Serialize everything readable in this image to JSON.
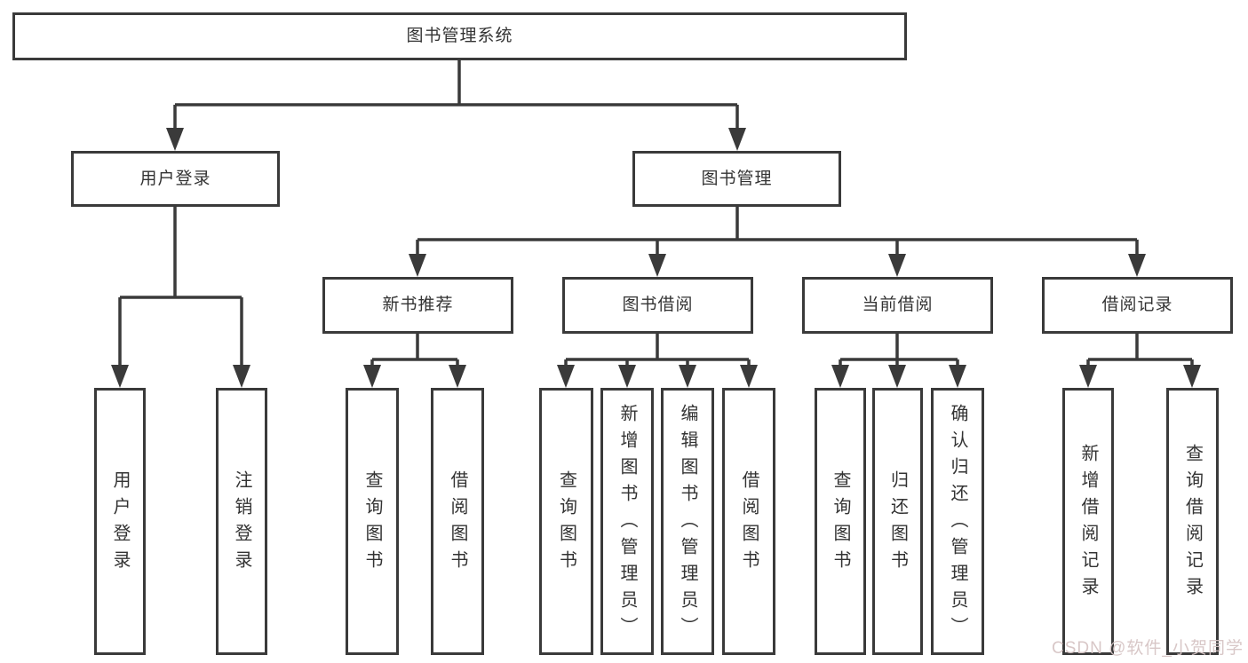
{
  "tree": {
    "root": "图书管理系统",
    "branches": [
      {
        "label": "用户登录",
        "children": [
          "用户登录",
          "注销登录"
        ]
      },
      {
        "label": "图书管理",
        "groups": [
          {
            "label": "新书推荐",
            "children": [
              "查询图书",
              "借阅图书"
            ]
          },
          {
            "label": "图书借阅",
            "children": [
              "查询图书",
              "新增图书（管理员）",
              "编辑图书（管理员）",
              "借阅图书"
            ]
          },
          {
            "label": "当前借阅",
            "children": [
              "查询图书",
              "归还图书",
              "确认归还（管理员）"
            ]
          },
          {
            "label": "借阅记录",
            "children": [
              "新增借阅记录",
              "查询借阅记录"
            ]
          }
        ]
      }
    ]
  },
  "watermark": "CSDN @软件_小贺同学",
  "colors": {
    "line": "#3a3a3a",
    "box_border": "#3a3a3a",
    "text": "#333333",
    "background": "#ffffff",
    "watermark": "#d6c4c4"
  }
}
